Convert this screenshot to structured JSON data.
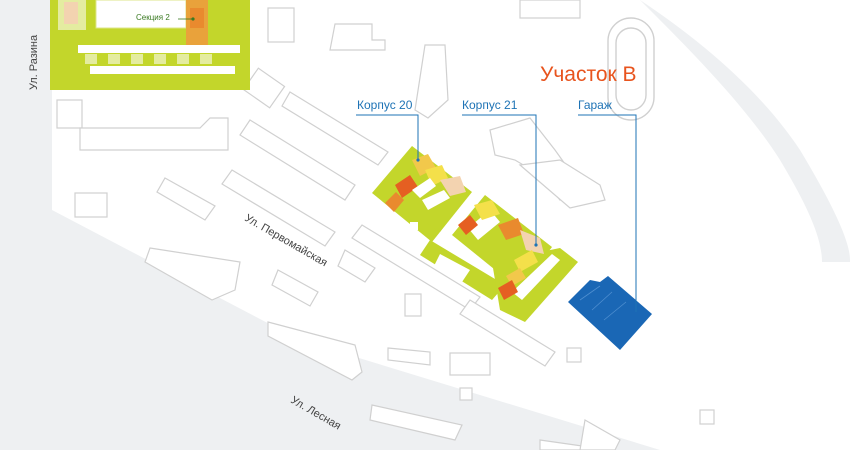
{
  "map": {
    "section_label": "Секция 2",
    "area_title": "Участок В",
    "callouts": {
      "korpus20": "Корпус 20",
      "korpus21": "Корпус 21",
      "garage": "Гараж"
    },
    "streets": {
      "razina": "Ул. Разина",
      "pervomayskaya": "Ул. Первомайская",
      "lesnaya": "Ул. Лесная"
    }
  },
  "colors": {
    "accent_title": "#E8541E",
    "callout_text": "#1E73B5",
    "plot_fill": "#C3D62B",
    "garage_fill": "#1A67B5",
    "building_outline": "#D0D0D0",
    "road_area": "#EEF0F2"
  }
}
